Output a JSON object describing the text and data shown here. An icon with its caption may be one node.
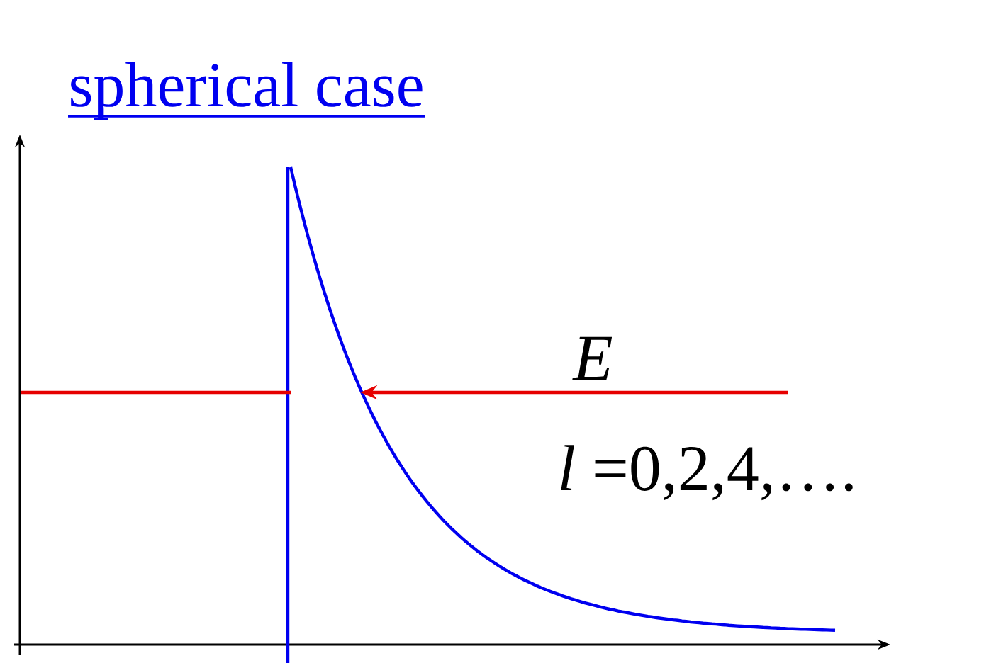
{
  "diagram": {
    "title": "spherical case",
    "labels": [
      "E",
      "*l* =0,2,4,…."
    ]
  }
}
